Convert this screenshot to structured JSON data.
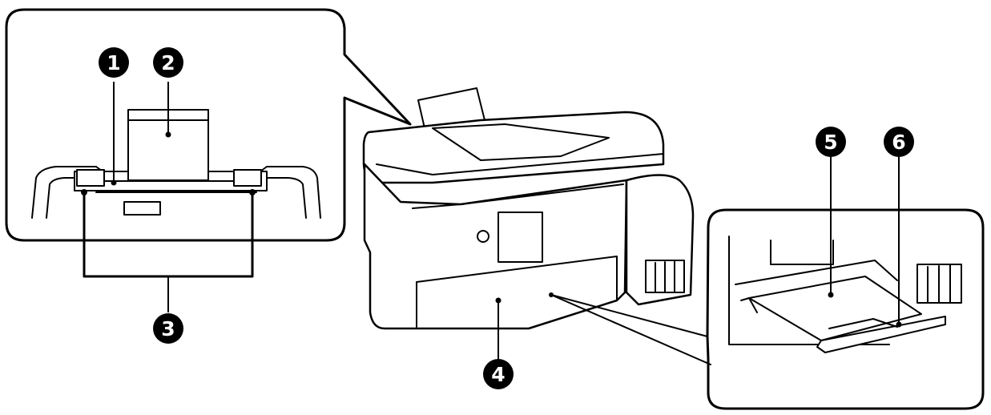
{
  "callouts": [
    {
      "id": "1",
      "label": "1"
    },
    {
      "id": "2",
      "label": "2"
    },
    {
      "id": "3",
      "label": "3"
    },
    {
      "id": "4",
      "label": "4"
    },
    {
      "id": "5",
      "label": "5"
    },
    {
      "id": "6",
      "label": "6"
    }
  ],
  "colors": {
    "line": "#000000",
    "background": "#ffffff",
    "badge": "#000000",
    "badge_text": "#ffffff"
  },
  "icons": [
    "printer-illustration",
    "rear-paper-feed-zoom",
    "paper-cassette-zoom"
  ]
}
